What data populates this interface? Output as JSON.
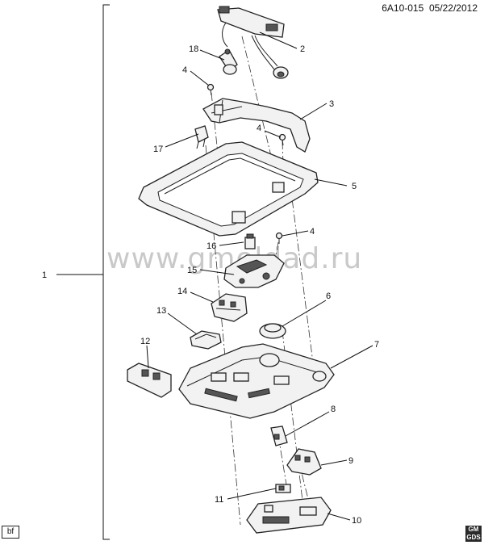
{
  "header": {
    "code": "6A10-015",
    "date": "05/22/2012"
  },
  "watermark": "www.gmoldad.ru",
  "footer": {
    "left_tag": "bf",
    "logo_line1": "GM",
    "logo_line2": "GDS"
  },
  "callouts": [
    {
      "id": "c1",
      "num": "1"
    },
    {
      "id": "c2",
      "num": "2"
    },
    {
      "id": "c3",
      "num": "3"
    },
    {
      "id": "c4a",
      "num": "4"
    },
    {
      "id": "c4b",
      "num": "4"
    },
    {
      "id": "c4c",
      "num": "4"
    },
    {
      "id": "c5",
      "num": "5"
    },
    {
      "id": "c6",
      "num": "6"
    },
    {
      "id": "c7",
      "num": "7"
    },
    {
      "id": "c8",
      "num": "8"
    },
    {
      "id": "c9",
      "num": "9"
    },
    {
      "id": "c10",
      "num": "10"
    },
    {
      "id": "c11",
      "num": "11"
    },
    {
      "id": "c12",
      "num": "12"
    },
    {
      "id": "c13",
      "num": "13"
    },
    {
      "id": "c14",
      "num": "14"
    },
    {
      "id": "c15",
      "num": "15"
    },
    {
      "id": "c16",
      "num": "16"
    },
    {
      "id": "c17",
      "num": "17"
    },
    {
      "id": "c18",
      "num": "18"
    }
  ]
}
